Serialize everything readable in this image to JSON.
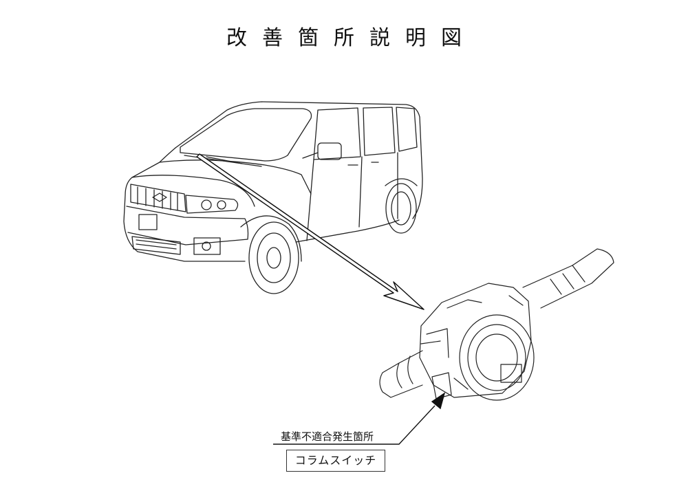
{
  "title": "改善箇所説明図",
  "callout": {
    "label": "基準不適合発生箇所",
    "part_name": "コラムスイッチ"
  },
  "colors": {
    "line": "#222222",
    "background": "#ffffff"
  }
}
